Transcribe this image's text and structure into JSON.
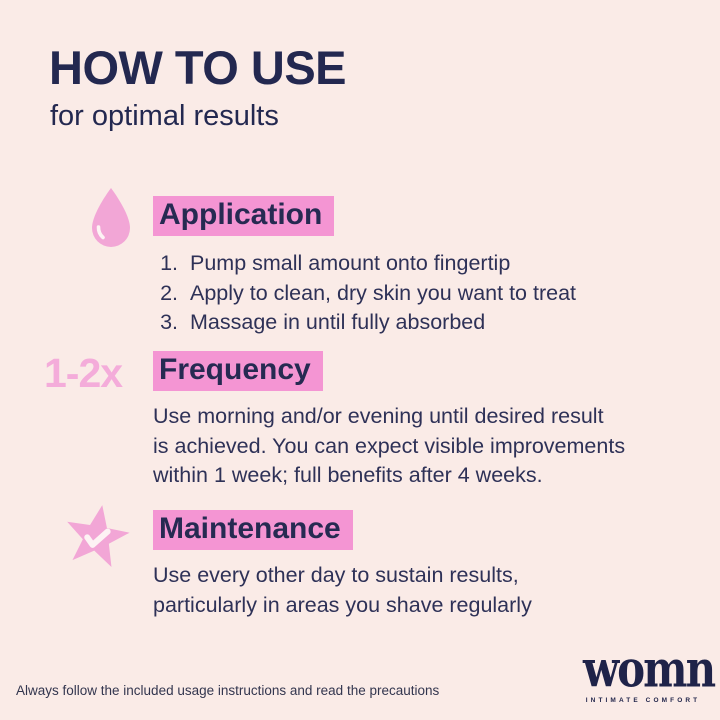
{
  "page": {
    "title": "HOW TO USE",
    "subtitle": "for optimal results"
  },
  "sections": [
    {
      "icon": "droplet-icon",
      "heading": "Application",
      "steps": [
        "Pump small amount onto fingertip",
        "Apply to clean, dry skin you want to treat",
        "Massage in until fully absorbed"
      ]
    },
    {
      "icon": "frequency-count-badge",
      "badge": "1-2x",
      "heading": "Frequency",
      "lines": [
        "Use morning and/or evening until desired result",
        "is achieved. You can expect visible improvements",
        "within 1 week; full benefits after 4 weeks."
      ]
    },
    {
      "icon": "star-check-icon",
      "heading": "Maintenance",
      "lines": [
        "Use every other day to sustain results,",
        "particularly in areas you shave regularly"
      ]
    }
  ],
  "footer": {
    "disclaimer": "Always follow the included usage instructions and read the precautions",
    "brand_name": "womn",
    "brand_tagline": "INTIMATE COMFORT"
  },
  "colors": {
    "background": "#FAEBE7",
    "navy_text": "#252A52",
    "heading_highlight_pink": "#F495D3",
    "accent_pink": "#F4ACDA",
    "icon_pink": "#F2A6D6"
  }
}
